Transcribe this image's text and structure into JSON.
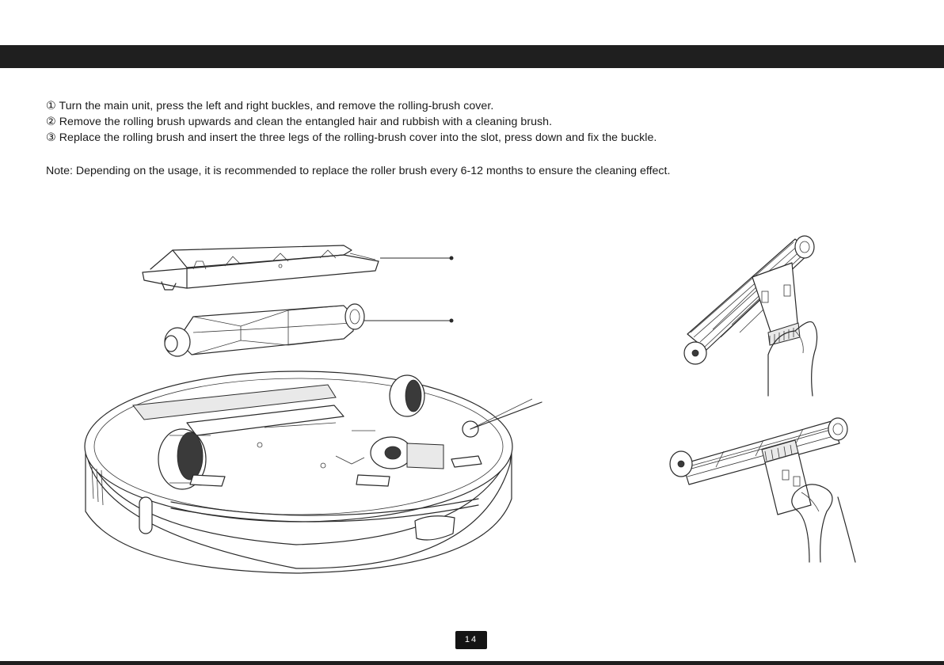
{
  "instructions": {
    "steps": [
      "① Turn the main unit, press the left and right buckles, and remove the rolling-brush cover.",
      "② Remove the rolling brush upwards and clean the entangled hair and rubbish with a cleaning brush.",
      "③ Replace the rolling brush and insert the three legs of the rolling-brush cover into the slot, press down and fix the buckle."
    ],
    "note": "Note: Depending on the usage, it is recommended to replace the roller brush every 6-12 months to ensure the cleaning effect."
  },
  "illustration": {
    "parts": [
      "rolling-brush-cover",
      "rolling-brush",
      "robot-underside",
      "cleaning-brush-and-hand"
    ],
    "line_color": "#2a2a2a"
  },
  "footer": {
    "page_number": "14"
  },
  "colors": {
    "band": "#1f1f1f",
    "page_badge": "#141414",
    "text": "#1a1a1a"
  }
}
